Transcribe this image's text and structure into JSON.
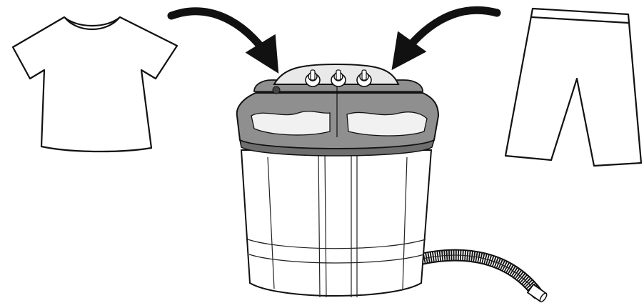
{
  "illustration": {
    "items": [
      {
        "name": "t-shirt",
        "icon": "t-shirt-icon"
      },
      {
        "name": "shorts",
        "icon": "shorts-icon"
      },
      {
        "name": "twin-tub-washing-machine",
        "icon": "washing-machine-icon"
      }
    ],
    "colors": {
      "line": "#111111",
      "lid": "#8f8f8f",
      "lid_dark": "#6e6e6e",
      "panel": "#e9e9e9",
      "body": "#ffffff"
    }
  }
}
